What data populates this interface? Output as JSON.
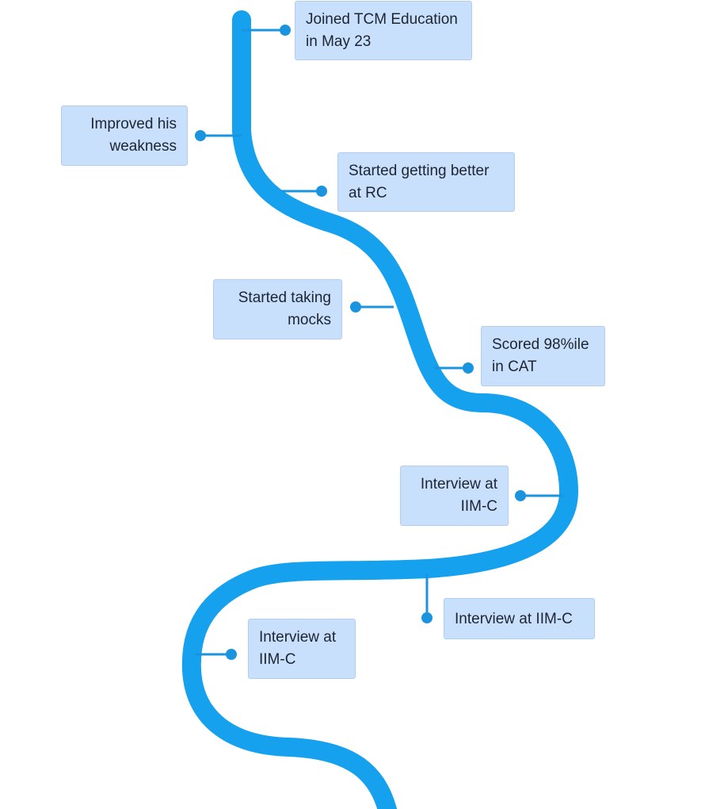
{
  "colors": {
    "path": "#15a1ee",
    "connector": "#1b94e0",
    "card_fill": "#c8e0fb",
    "card_border": "#b3cdec",
    "text": "#1d2433"
  },
  "milestones": [
    {
      "id": "m1",
      "text": "Joined TCM Education in May 23"
    },
    {
      "id": "m2",
      "text": "Improved his weakness"
    },
    {
      "id": "m3",
      "text": "Started getting better at RC"
    },
    {
      "id": "m4",
      "text": "Started taking mocks"
    },
    {
      "id": "m5",
      "text": "Scored 98%ile in CAT"
    },
    {
      "id": "m6",
      "text": "Interview at IIM-C"
    },
    {
      "id": "m7",
      "text": "Interview at IIM-C"
    },
    {
      "id": "m8",
      "text": "Interview at IIM-C"
    }
  ]
}
